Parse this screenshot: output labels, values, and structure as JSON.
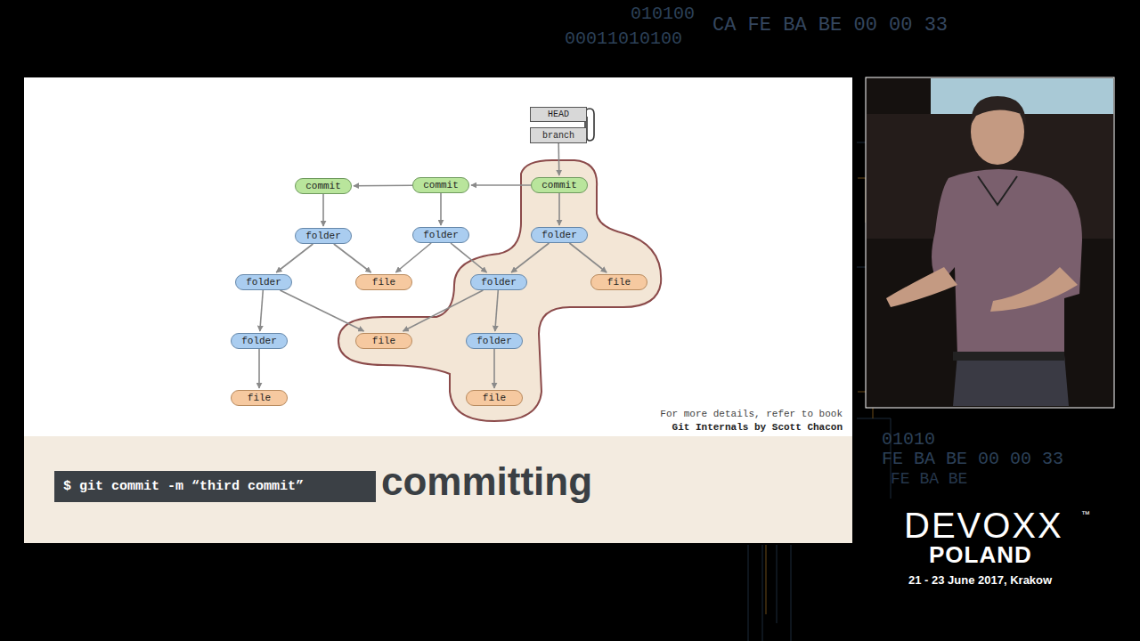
{
  "diagram": {
    "nodes": [
      {
        "text": [
          "HEAD"
        ]
      },
      {
        "text": [
          "branch"
        ]
      },
      {
        "text": [
          "commit"
        ]
      },
      {
        "text": [
          "commit"
        ]
      },
      {
        "text": [
          "commit"
        ]
      },
      {
        "text": [
          "folder"
        ]
      },
      {
        "text": [
          "folder"
        ]
      },
      {
        "text": [
          "folder"
        ]
      },
      {
        "text": [
          "folder"
        ]
      },
      {
        "text": [
          "file"
        ]
      },
      {
        "text": [
          "folder"
        ]
      },
      {
        "text": [
          "file"
        ]
      },
      {
        "text": [
          "folder"
        ]
      },
      {
        "text": [
          "file"
        ]
      },
      {
        "text": [
          "folder"
        ]
      },
      {
        "text": [
          "file"
        ]
      },
      {
        "text": [
          "file"
        ]
      },
      {
        "text": [
          "$ git commit -m “third commit”"
        ]
      }
    ],
    "edges": [
      {
        "from": 1,
        "to": 4,
        "arrow": "to"
      },
      {
        "from": 4,
        "to": 3,
        "arrow": "to"
      },
      {
        "from": 3,
        "to": 2,
        "arrow": "to"
      },
      {
        "from": 2,
        "to": 5,
        "arrow": "to"
      },
      {
        "from": 3,
        "to": 6,
        "arrow": "to"
      },
      {
        "from": 4,
        "to": 7,
        "arrow": "to"
      },
      {
        "from": 5,
        "to": 8,
        "arrow": "to"
      },
      {
        "from": 5,
        "to": 9,
        "arrow": "to"
      },
      {
        "from": 6,
        "to": 9,
        "arrow": "to"
      },
      {
        "from": 6,
        "to": 10,
        "arrow": "to"
      },
      {
        "from": 7,
        "to": 10,
        "arrow": "to"
      },
      {
        "from": 7,
        "to": 11,
        "arrow": "to"
      },
      {
        "from": 8,
        "to": 12,
        "arrow": "to"
      },
      {
        "from": 8,
        "to": 13,
        "arrow": "to"
      },
      {
        "from": 10,
        "to": 13,
        "arrow": "to"
      },
      {
        "from": 10,
        "to": 14,
        "arrow": "to"
      },
      {
        "from": 12,
        "to": 15,
        "arrow": "to"
      },
      {
        "from": 14,
        "to": 16,
        "arrow": "to"
      }
    ],
    "labels": [
      "For more details, refer to book",
      "Git Internals by Scott Chacon",
      "committing",
      "010100",
      "00011010100",
      "CA FE BA BE 00 00 33",
      "01010",
      "FE BA BE 00 00 33",
      "FE BA BE",
      "DEVOXX",
      "™",
      "POLAND",
      "21 - 23 June 2017, Krakow"
    ]
  }
}
